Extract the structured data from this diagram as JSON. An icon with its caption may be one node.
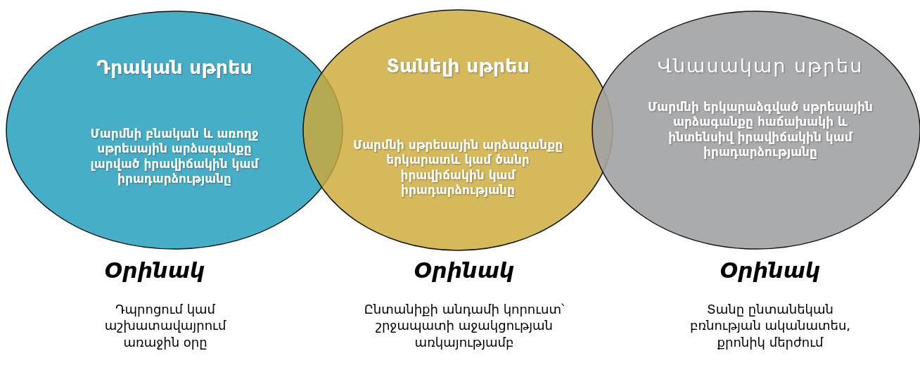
{
  "diagram": {
    "nodes": [
      {
        "text": [
          "Դրական սթրես",
          "Մարմնի բնական և առողջ սթրեսային արձագանքը լարված իրավիճակին կամ իրադարձությանը"
        ]
      },
      {
        "text": [
          "Տանելի սթրես",
          "Մարմնի սթրեսային արձագանքը երկարատև կամ ծանր իրավիճակին կամ իրադարձությանը"
        ]
      },
      {
        "text": [
          "Վնասակար սթրես",
          "Մարմնի երկարաձգված սթրեսային արձագանքը հաճախակի և ինտենսիվ իրավիճակին կամ իրադարձությանը"
        ]
      }
    ],
    "labels": [
      "Օրինակ",
      "Օրինակ",
      "Օրինակ",
      "Դպրոցում կամ աշխատավայրում առաջին օրը",
      "Ընտանիքի անդամի կորուստ՝ շրջապատի աջակցության առկայությամբ",
      "Տանը ընտանեկան բռնության ականատես, քրոնիկ մերժում"
    ]
  }
}
